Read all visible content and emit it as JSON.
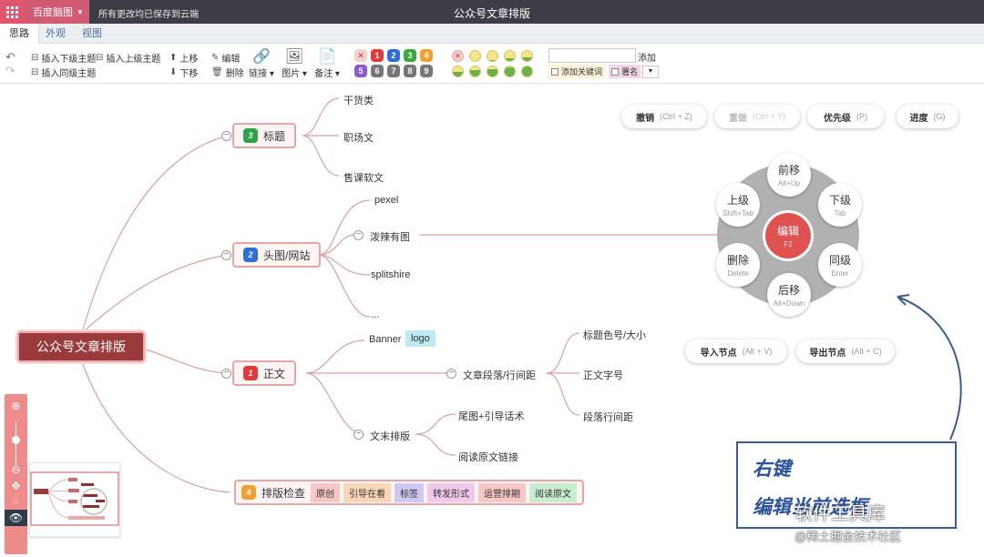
{
  "topbar": {
    "brand": "百度脑图",
    "saved_status": "所有更改均已保存到云端",
    "document_title": "公众号文章排版"
  },
  "tabs": [
    {
      "label": "思路",
      "active": true
    },
    {
      "label": "外观",
      "active": false
    },
    {
      "label": "视图",
      "active": false
    }
  ],
  "toolbar": {
    "insert_child": "插入下级主题",
    "insert_parent": "插入上级主题",
    "insert_sibling": "插入同级主题",
    "move_up": "上移",
    "move_down": "下移",
    "edit": "编辑",
    "delete": "删除",
    "link": "链接",
    "image": "图片",
    "note": "备注",
    "priorities": [
      "1",
      "2",
      "3",
      "4",
      "5",
      "6",
      "7",
      "8",
      "9"
    ],
    "priority_colors": [
      "#e23a3a",
      "#2f6ed6",
      "#3aa83a",
      "#f0a030",
      "#8a5ad6",
      "#777777",
      "#777777",
      "#777777",
      "#777777"
    ],
    "keyword_add": "添加",
    "keyword_add_label": "添加关键词",
    "keyword_tag": "署名",
    "progress_levels": [
      0,
      0.12,
      0.25,
      0.38,
      0.5,
      0.62,
      0.75,
      0.88,
      1
    ]
  },
  "mindmap": {
    "root": "公众号文章排版",
    "branch_title": {
      "badge": "3",
      "label": "标题",
      "children": [
        "干货类",
        "职场文",
        "售课软文"
      ]
    },
    "branch_header": {
      "badge": "2",
      "label": "头图/网站",
      "children": [
        "pexel",
        "泼辣有图",
        "splitshire",
        "..."
      ]
    },
    "branch_body": {
      "badge": "1",
      "label": "正文",
      "banner": "Banner",
      "logo": "logo",
      "paragraph": "文章段落/行间距",
      "paragraph_children": [
        "标题色号/大小",
        "正文字号",
        "段落行间距"
      ],
      "ending": "文末排版",
      "ending_children": [
        "尾图+引导话术",
        "阅读原文链接"
      ]
    },
    "branch_check": {
      "badge": "4",
      "label": "排版检查",
      "tags": [
        {
          "label": "原创",
          "color": "#f7c6c6"
        },
        {
          "label": "引导在看",
          "color": "#f9d6b8"
        },
        {
          "label": "标签",
          "color": "#cfc8f2"
        },
        {
          "label": "转发形式",
          "color": "#f0c8ea"
        },
        {
          "label": "运营排期",
          "color": "#f7c6c6"
        },
        {
          "label": "阅读原文",
          "color": "#c8ecd2"
        }
      ]
    }
  },
  "shortcuts": {
    "undo": {
      "label": "撤销",
      "keys": "(Ctrl + Z)"
    },
    "redo": {
      "label": "重做",
      "keys": "(Ctrl + Y)"
    },
    "priority": {
      "label": "优先级",
      "keys": "(P)"
    },
    "progress": {
      "label": "进度",
      "keys": "(G)"
    },
    "import": {
      "label": "导入节点",
      "keys": "(Alt + V)"
    },
    "export": {
      "label": "导出节点",
      "keys": "(Alt + C)"
    }
  },
  "radial": {
    "center": {
      "label": "编辑",
      "key": "F2"
    },
    "up": {
      "label": "前移",
      "key": "Alt+Up"
    },
    "down": {
      "label": "后移",
      "key": "Alt+Down"
    },
    "parent": {
      "label": "上级",
      "key": "Shift+Tab"
    },
    "child": {
      "label": "下级",
      "key": "Tab"
    },
    "delete": {
      "label": "删除",
      "key": "Delete"
    },
    "sibling": {
      "label": "同级",
      "key": "Enter"
    }
  },
  "annotation": {
    "line1": "右键",
    "line2": "编辑当前选框"
  },
  "watermark": {
    "line1": "软件工具库",
    "line2": "@稀土掘金技术社区"
  }
}
